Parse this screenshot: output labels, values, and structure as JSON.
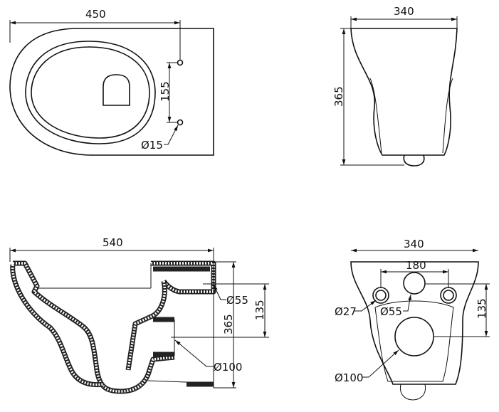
{
  "top_view": {
    "width": "450",
    "hole_spacing": "155",
    "hole_diameter": "Ø15"
  },
  "front_view": {
    "width": "340",
    "height": "365"
  },
  "side_view": {
    "length": "540",
    "height": "365",
    "inlet_offset": "135",
    "inlet_diameter": "Ø55",
    "outlet_diameter": "Ø100"
  },
  "back_view": {
    "width": "340",
    "bolt_spacing": "180",
    "bolt_hole_diameter": "Ø27",
    "inlet_diameter": "Ø55",
    "outlet_diameter": "Ø100",
    "inlet_offset": "135"
  }
}
